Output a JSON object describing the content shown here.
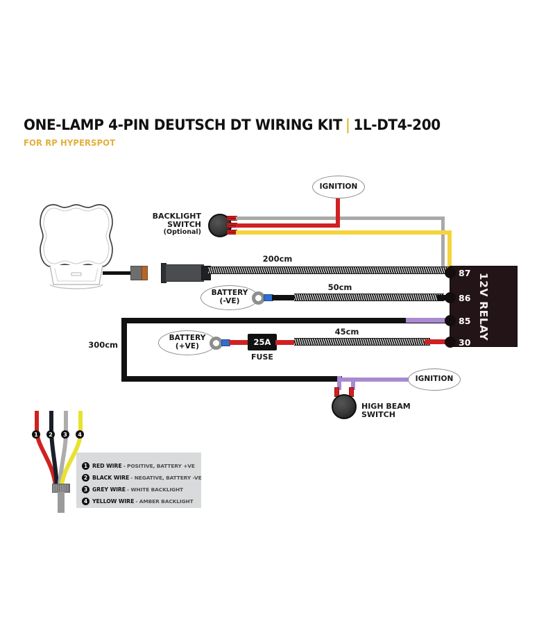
{
  "header": {
    "title_main": "ONE-LAMP 4-PIN DEUTSCH DT WIRING KIT",
    "separator": "|",
    "sku": "1L-DT4-200",
    "subtitle": "FOR RP HYPERSPOT"
  },
  "diagram": {
    "callouts": {
      "ignition_top": "IGNITION",
      "ignition_bottom": "IGNITION",
      "battery_negative": "BATTERY\n(-VE)",
      "battery_negative_line1": "BATTERY",
      "battery_negative_line2": "(-VE)",
      "battery_positive_line1": "BATTERY",
      "battery_positive_line2": "(+VE)"
    },
    "labels": {
      "backlight_switch_line1": "BACKLIGHT",
      "backlight_switch_line2": "SWITCH",
      "backlight_switch_line3": "(Optional)",
      "high_beam_switch_line1": "HIGH BEAM",
      "high_beam_switch_line2": "SWITCH",
      "fuse_rating": "25A",
      "fuse_caption": "FUSE"
    },
    "measurements": {
      "main_cable": "200cm",
      "negative_cable": "50cm",
      "positive_cable": "45cm",
      "loop_cable": "300cm"
    },
    "relay": {
      "name": "12V RELAY",
      "terminals": [
        "87",
        "86",
        "85",
        "30"
      ]
    }
  },
  "legend": {
    "items": [
      {
        "num": "1",
        "wire": "RED WIRE",
        "desc": "- POSITIVE, BATTERY +VE",
        "color": "#d0211f"
      },
      {
        "num": "2",
        "wire": "BLACK WIRE",
        "desc": "- NEGATIVE, BATTERY -VE",
        "color": "#1b1f2a"
      },
      {
        "num": "3",
        "wire": "GREY WIRE",
        "desc": "- WHITE BACKLIGHT",
        "color": "#adadad"
      },
      {
        "num": "4",
        "wire": "YELLOW WIRE",
        "desc": "- AMBER BACKLIGHT",
        "color": "#e8e22e"
      }
    ],
    "bundle_badges": [
      "1",
      "2",
      "3",
      "4"
    ]
  },
  "colors": {
    "accent": "#e3b03a",
    "red": "#cf2122",
    "black": "#111111",
    "grey_wire": "#a9a9a9",
    "yellow_wire": "#f5d33c",
    "purple_wire": "#a98ad0",
    "relay_body": "#231517"
  }
}
